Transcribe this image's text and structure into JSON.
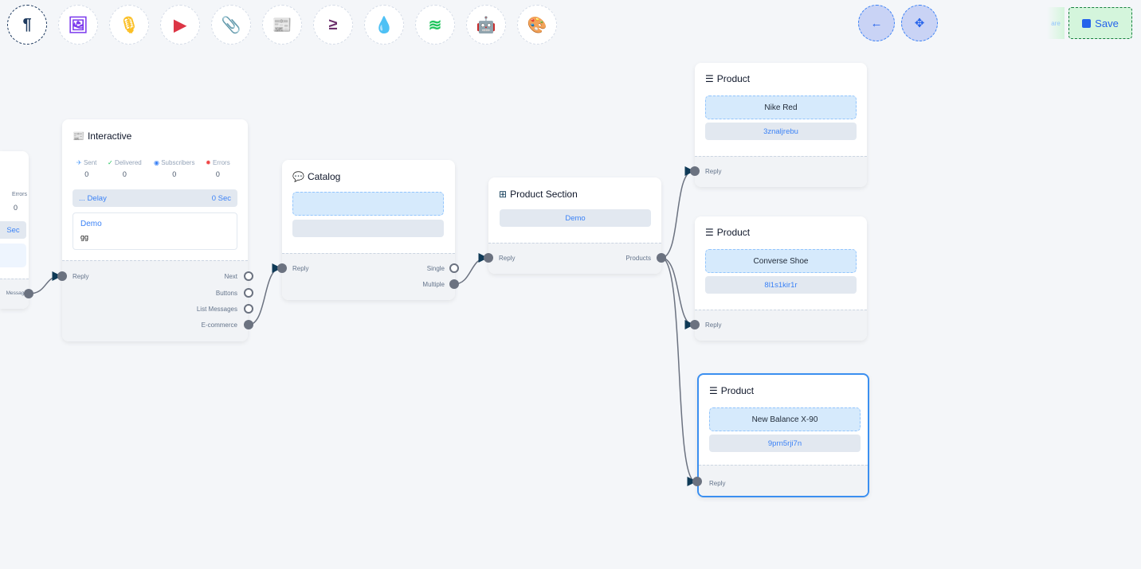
{
  "toolbar": {
    "tools": [
      {
        "name": "paragraph-icon",
        "glyph": "¶",
        "color": "#1e3a5f"
      },
      {
        "name": "image-icon",
        "glyph": "🖼",
        "color": "#7c3aed"
      },
      {
        "name": "microphone-icon",
        "glyph": "🎙",
        "color": "#fbbf24"
      },
      {
        "name": "youtube-icon",
        "glyph": "▶",
        "color": "#dc3545"
      },
      {
        "name": "paperclip-icon",
        "glyph": "📎",
        "color": "#16a34a"
      },
      {
        "name": "newspaper-icon",
        "glyph": "📰",
        "color": "#f87171"
      },
      {
        "name": "greater-equal-icon",
        "glyph": "≥",
        "color": "#6b2f6b"
      },
      {
        "name": "droplet-icon",
        "glyph": "💧",
        "color": "#c8102e"
      },
      {
        "name": "stack-overflow-icon",
        "glyph": "≋",
        "color": "#22c55e"
      },
      {
        "name": "robot-icon",
        "glyph": "🤖",
        "color": "#1d1dde"
      },
      {
        "name": "palette-icon",
        "glyph": "🎨",
        "color": "#22c55e"
      }
    ],
    "back_glyph": "←",
    "collapse_glyph": "✥",
    "save_label": "Save",
    "ghost_label": "are"
  },
  "left_node": {
    "errors": "Errors",
    "errors_value": "0",
    "delay_unit": "Sec",
    "output": "Message"
  },
  "interactive": {
    "title": "Interactive",
    "stats": [
      {
        "label": "Sent",
        "value": "0"
      },
      {
        "label": "Delivered",
        "value": "0"
      },
      {
        "label": "Subscribers",
        "value": "0"
      },
      {
        "label": "Errors",
        "value": "0"
      }
    ],
    "delay_label": "... Delay",
    "delay_value": "0 Sec",
    "message_title": "Demo",
    "message_body": "gg",
    "input": "Reply",
    "outputs": [
      "Next",
      "Buttons",
      "List Messages",
      "E-commerce"
    ]
  },
  "catalog": {
    "title": "Catalog",
    "input": "Reply",
    "outputs": [
      "Single",
      "Multiple"
    ]
  },
  "product_section": {
    "title": "Product Section",
    "item": "Demo",
    "input": "Reply",
    "output": "Products"
  },
  "products": [
    {
      "title": "Product",
      "name": "Nike Red",
      "code": "3znaljrebu",
      "input": "Reply"
    },
    {
      "title": "Product",
      "name": "Converse Shoe",
      "code": "8l1s1kir1r",
      "input": "Reply"
    },
    {
      "title": "Product",
      "name": "New Balance X-90",
      "code": "9prn5rji7n",
      "input": "Reply",
      "selected": true
    }
  ]
}
